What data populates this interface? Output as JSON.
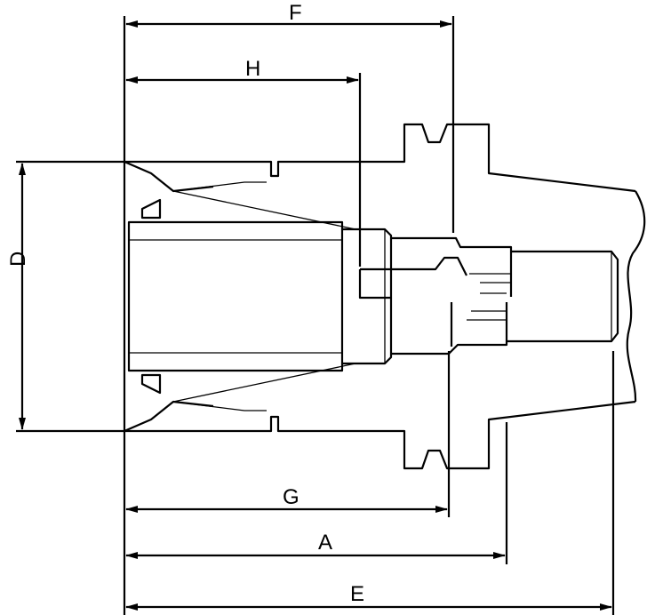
{
  "dimensions": {
    "F": "F",
    "H": "H",
    "D": "D",
    "G": "G",
    "A": "A",
    "E": "E"
  },
  "colors": {
    "line": "#000000",
    "background": "#ffffff"
  }
}
